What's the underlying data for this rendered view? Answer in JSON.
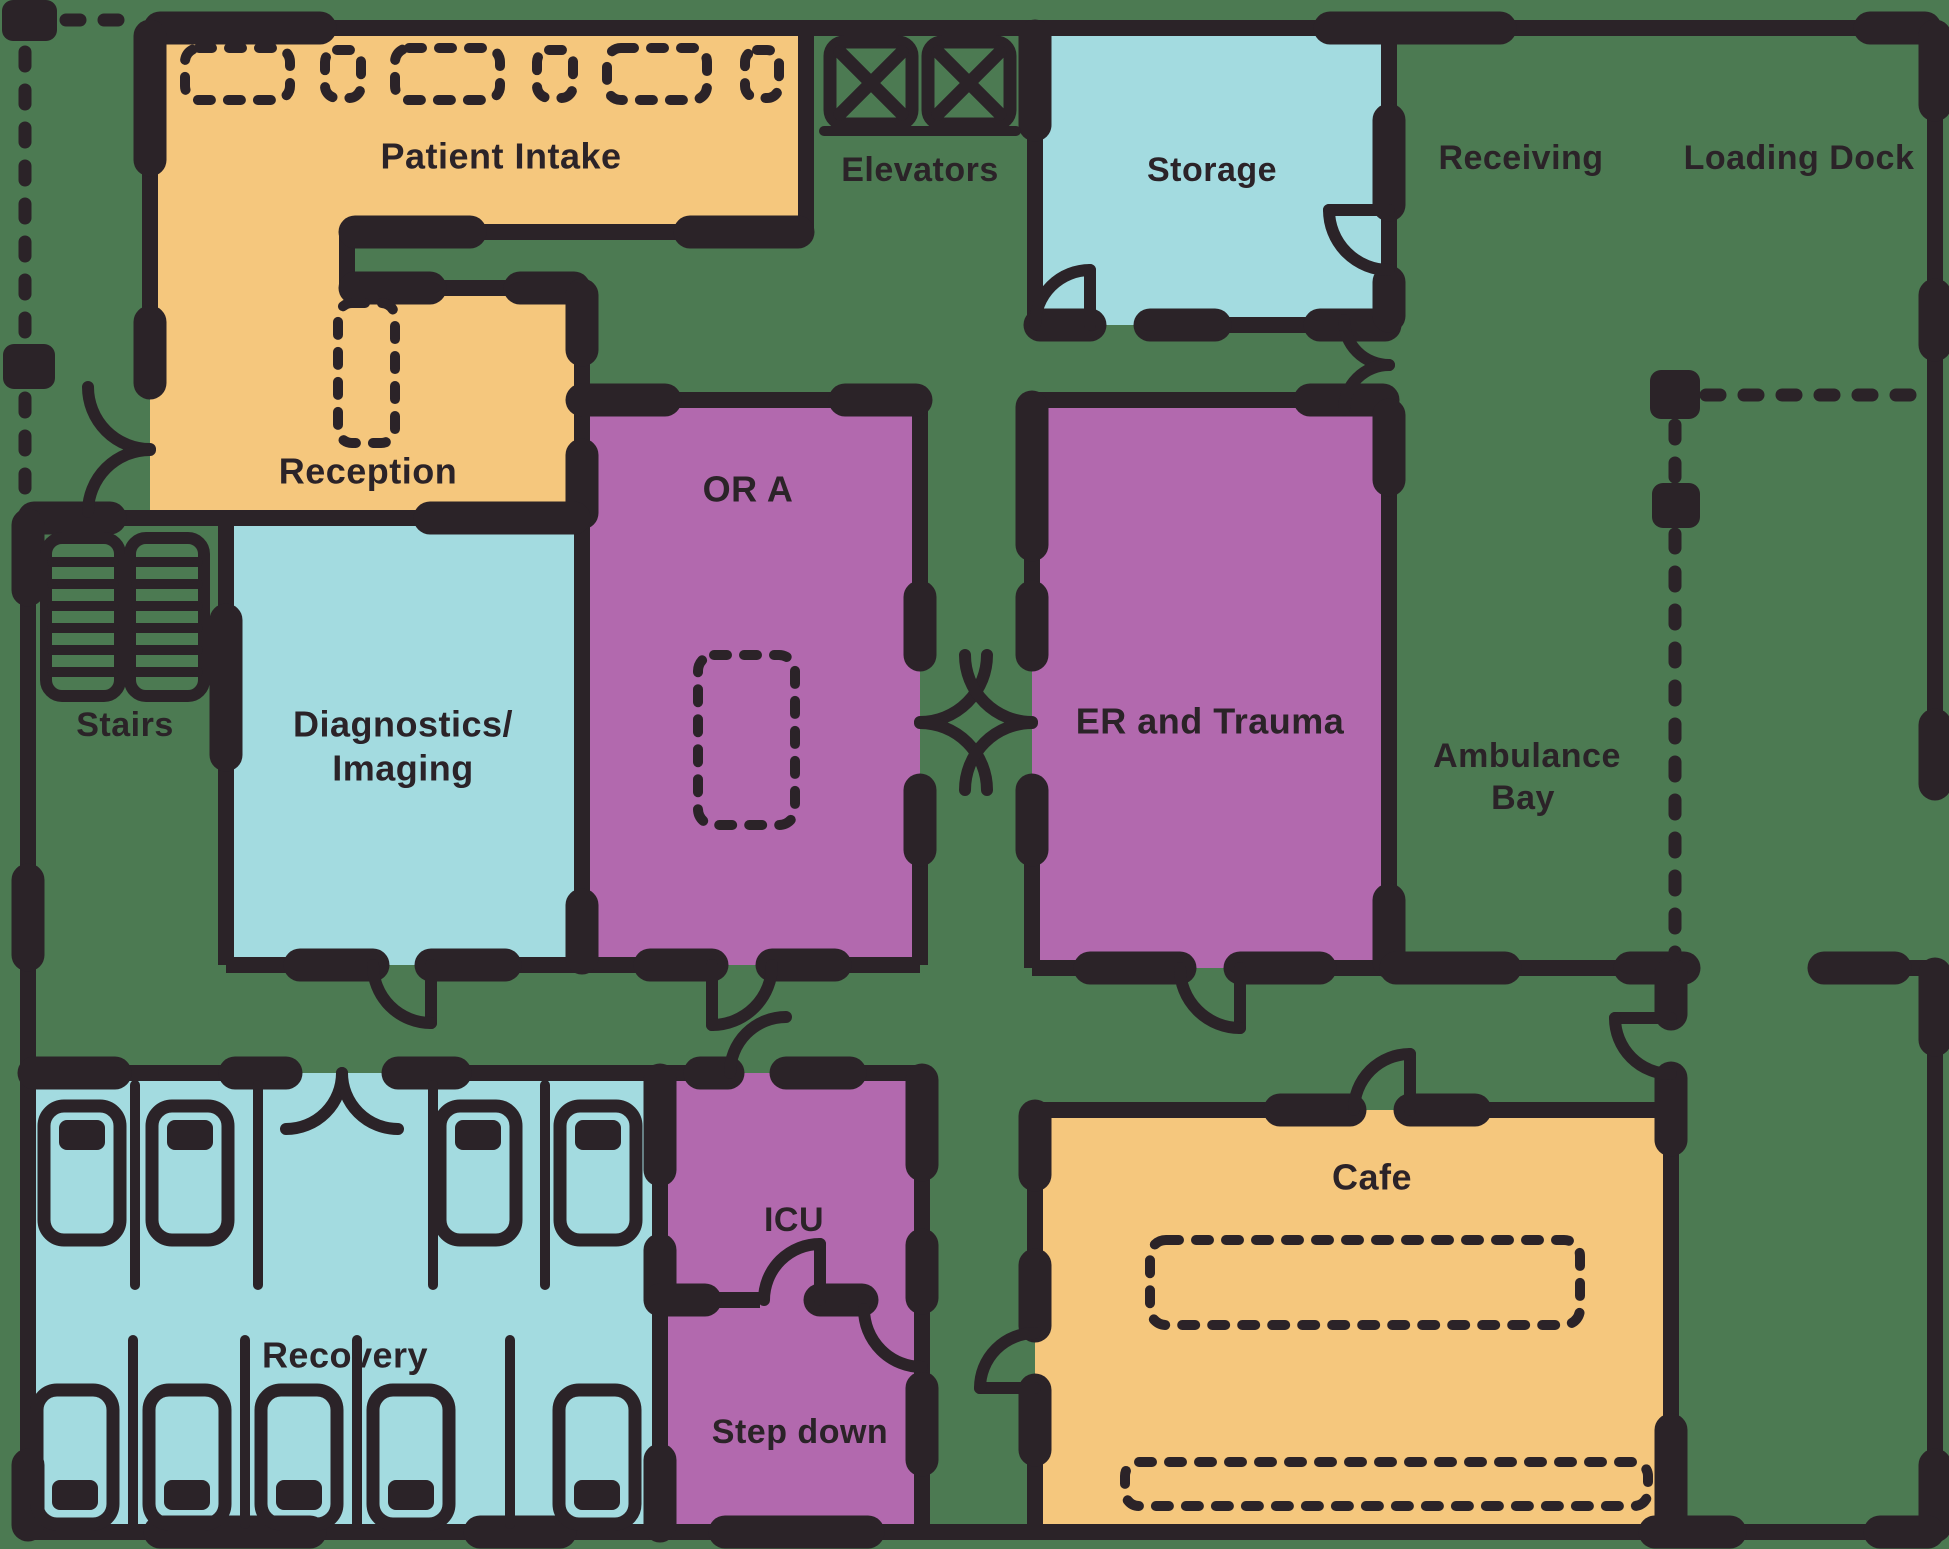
{
  "title": "Hospital floor plan",
  "colors": {
    "background": "#4C7A52",
    "wall": "#2B2328",
    "room_orange": "#F5C77D",
    "room_blue": "#A3DBE0",
    "room_purple": "#B269AE",
    "label": "#2B2328"
  },
  "rooms": {
    "patient_intake": {
      "label": "Patient Intake"
    },
    "reception": {
      "label": "Reception"
    },
    "elevators": {
      "label": "Elevators"
    },
    "storage": {
      "label": "Storage"
    },
    "receiving": {
      "label": "Receiving"
    },
    "loading_dock": {
      "label": "Loading Dock"
    },
    "stairs": {
      "label": "Stairs"
    },
    "diagnostics_imaging": {
      "label_line1": "Diagnostics/",
      "label_line2": "Imaging"
    },
    "or_a": {
      "label": "OR A"
    },
    "er_trauma": {
      "label": "ER and Trauma"
    },
    "ambulance_bay": {
      "label_line1": "Ambulance",
      "label_line2": "Bay"
    },
    "recovery": {
      "label": "Recovery"
    },
    "icu": {
      "label": "ICU"
    },
    "step_down": {
      "label": "Step down"
    },
    "cafe": {
      "label": "Cafe"
    }
  },
  "furniture": {
    "waiting_chairs": 6,
    "reception_desks": 1,
    "operating_tables": 1,
    "cafe_tables": 2,
    "recovery_beds_top_row": 4,
    "recovery_beds_bottom_row": 5,
    "elevator_cars": 2,
    "stair_flights": 2,
    "route_waypoints": 4
  }
}
